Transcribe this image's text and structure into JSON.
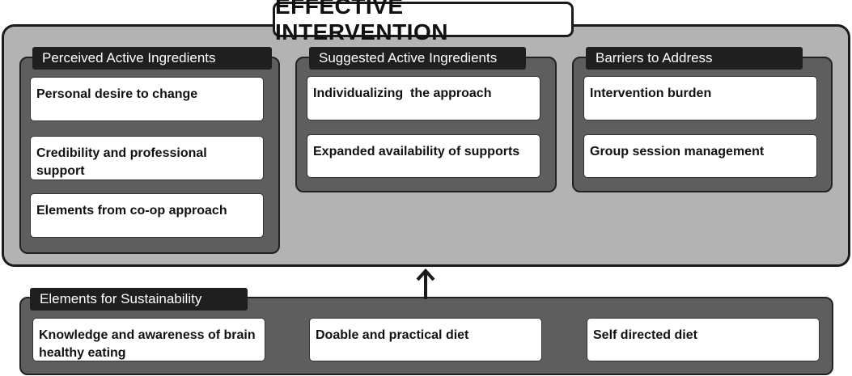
{
  "title": "EFFECTIVE INTERVENTION",
  "panels": {
    "perceived": {
      "header": "Perceived Active Ingredients",
      "items": [
        "Personal desire to change",
        "Credibility and professional support",
        "Elements from co-op approach"
      ]
    },
    "suggested": {
      "header": "Suggested Active Ingredients",
      "items": [
        "Individualizing  the approach",
        "Expanded availability of supports"
      ]
    },
    "barriers": {
      "header": "Barriers to Address",
      "items": [
        "Intervention burden",
        "Group session management"
      ]
    },
    "sustainability": {
      "header": "Elements for Sustainability",
      "items": [
        "Knowledge and awareness of brain healthy eating",
        "Doable and practical diet",
        "Self directed diet"
      ]
    }
  },
  "colors": {
    "outer_fill": "#b3b3b3",
    "panel_fill": "#5e5e5e",
    "header_fill": "#1f1f1f",
    "card_fill": "#ffffff"
  },
  "icons": {
    "connector": "arrow-up-icon"
  }
}
